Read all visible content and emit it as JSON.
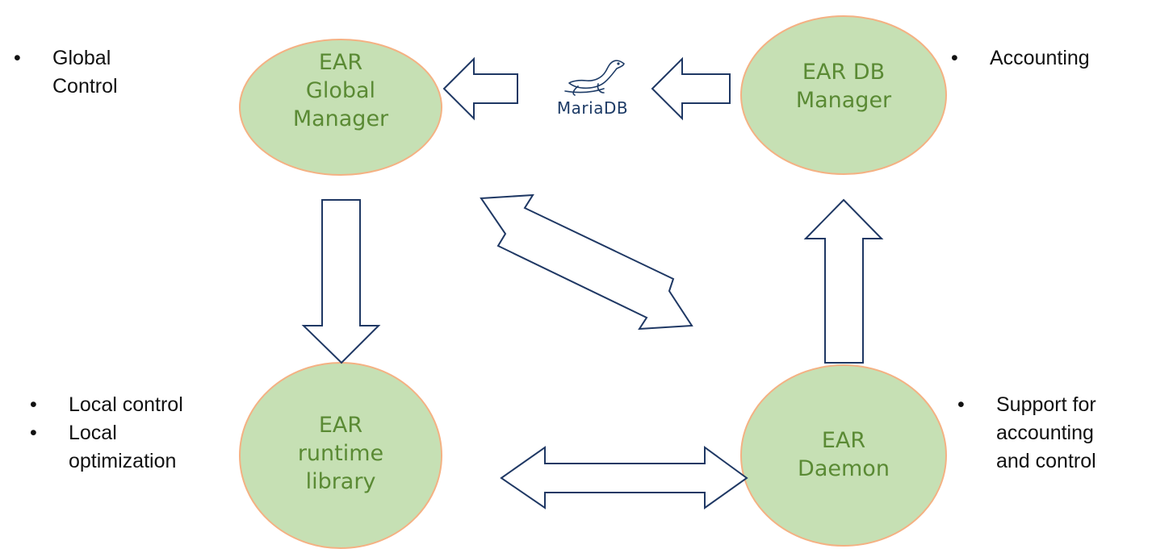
{
  "nodes": {
    "global_manager": {
      "lines": [
        "EAR",
        "Global",
        "Manager"
      ]
    },
    "db_manager": {
      "lines": [
        "EAR DB",
        "Manager"
      ]
    },
    "runtime_library": {
      "lines": [
        "EAR",
        "runtime",
        "library"
      ]
    },
    "daemon": {
      "lines": [
        "EAR",
        "Daemon"
      ]
    }
  },
  "notes": {
    "global_manager": [
      {
        "lines": [
          "Global",
          "Control"
        ]
      }
    ],
    "db_manager": [
      {
        "lines": [
          "Accounting"
        ]
      }
    ],
    "runtime_library": [
      {
        "lines": [
          "Local control"
        ]
      },
      {
        "lines": [
          "Local",
          "optimization"
        ]
      }
    ],
    "daemon": [
      {
        "lines": [
          "Support for",
          "accounting",
          "and control"
        ]
      }
    ]
  },
  "logo": {
    "label": "MariaDB",
    "icon": "sea-lion-icon"
  },
  "colors": {
    "node_fill": "#c6e0b4",
    "node_stroke": "#f4b183",
    "node_text": "#5a8a34",
    "arrow_stroke": "#1f3864",
    "logo_color": "#1d3b66"
  }
}
